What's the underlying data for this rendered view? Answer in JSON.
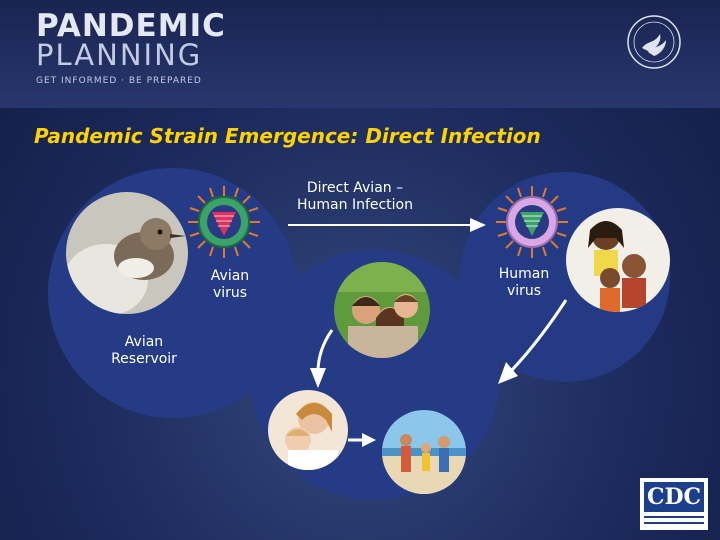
{
  "header": {
    "logo_line1": "PANDEMIC",
    "logo_line2": "PLANNING",
    "logo_tagline": "GET INFORMED · BE PREPARED"
  },
  "slide": {
    "title": "Pandemic Strain Emergence: Direct Infection"
  },
  "labels": {
    "direct_line1": "Direct Avian –",
    "direct_line2": "Human Infection",
    "avian_virus_line1": "Avian",
    "avian_virus_line2": "virus",
    "human_virus_line1": "Human",
    "human_virus_line2": "virus",
    "reservoir_line1": "Avian",
    "reservoir_line2": "Reservoir"
  },
  "logos": {
    "cdc": "CDC"
  },
  "colors": {
    "title": "#ffd200",
    "avian_virus_ring": "#3aa36a",
    "human_virus_ring": "#d9a6e6",
    "circle_fill": "#263b86"
  }
}
